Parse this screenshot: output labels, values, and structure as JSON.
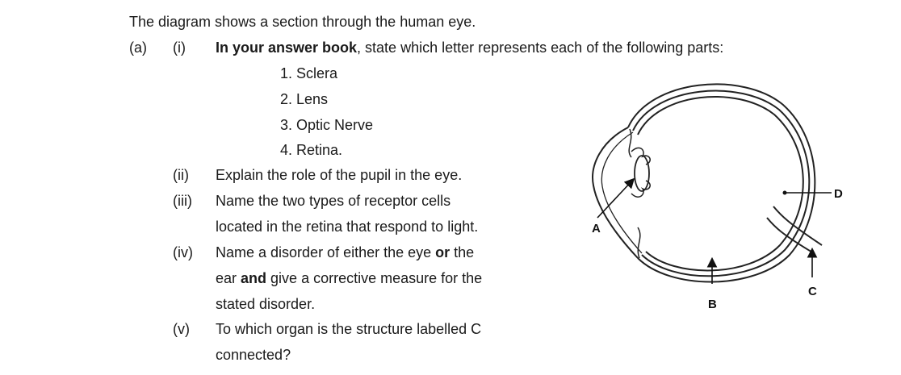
{
  "question": {
    "intro": "The diagram shows a section through the human eye.",
    "part_a_label": "(a)",
    "i": {
      "num": "(i)",
      "bold_lead": "In your answer book",
      "rest": ", state which letter represents each of the following parts:",
      "items": [
        "1. Sclera",
        "2. Lens",
        "3. Optic Nerve",
        "4. Retina."
      ]
    },
    "ii": {
      "num": "(ii)",
      "text": "Explain the role of the pupil in the eye."
    },
    "iii": {
      "num": "(iii)",
      "line1": "Name the two types of receptor cells",
      "line2": "located in the retina that respond to light."
    },
    "iv": {
      "num": "(iv)",
      "line1_a": "Name a disorder of either the eye ",
      "line1_b": "or",
      "line1_c": " the",
      "line2_a": "ear ",
      "line2_b": "and",
      "line2_c": " give a corrective measure for the",
      "line3": "stated disorder."
    },
    "v": {
      "num": "(v)",
      "line1": "To which organ is the structure labelled C",
      "line2": "connected?"
    }
  },
  "diagram": {
    "labels": {
      "A": "A",
      "B": "B",
      "C": "C",
      "D": "D"
    }
  }
}
